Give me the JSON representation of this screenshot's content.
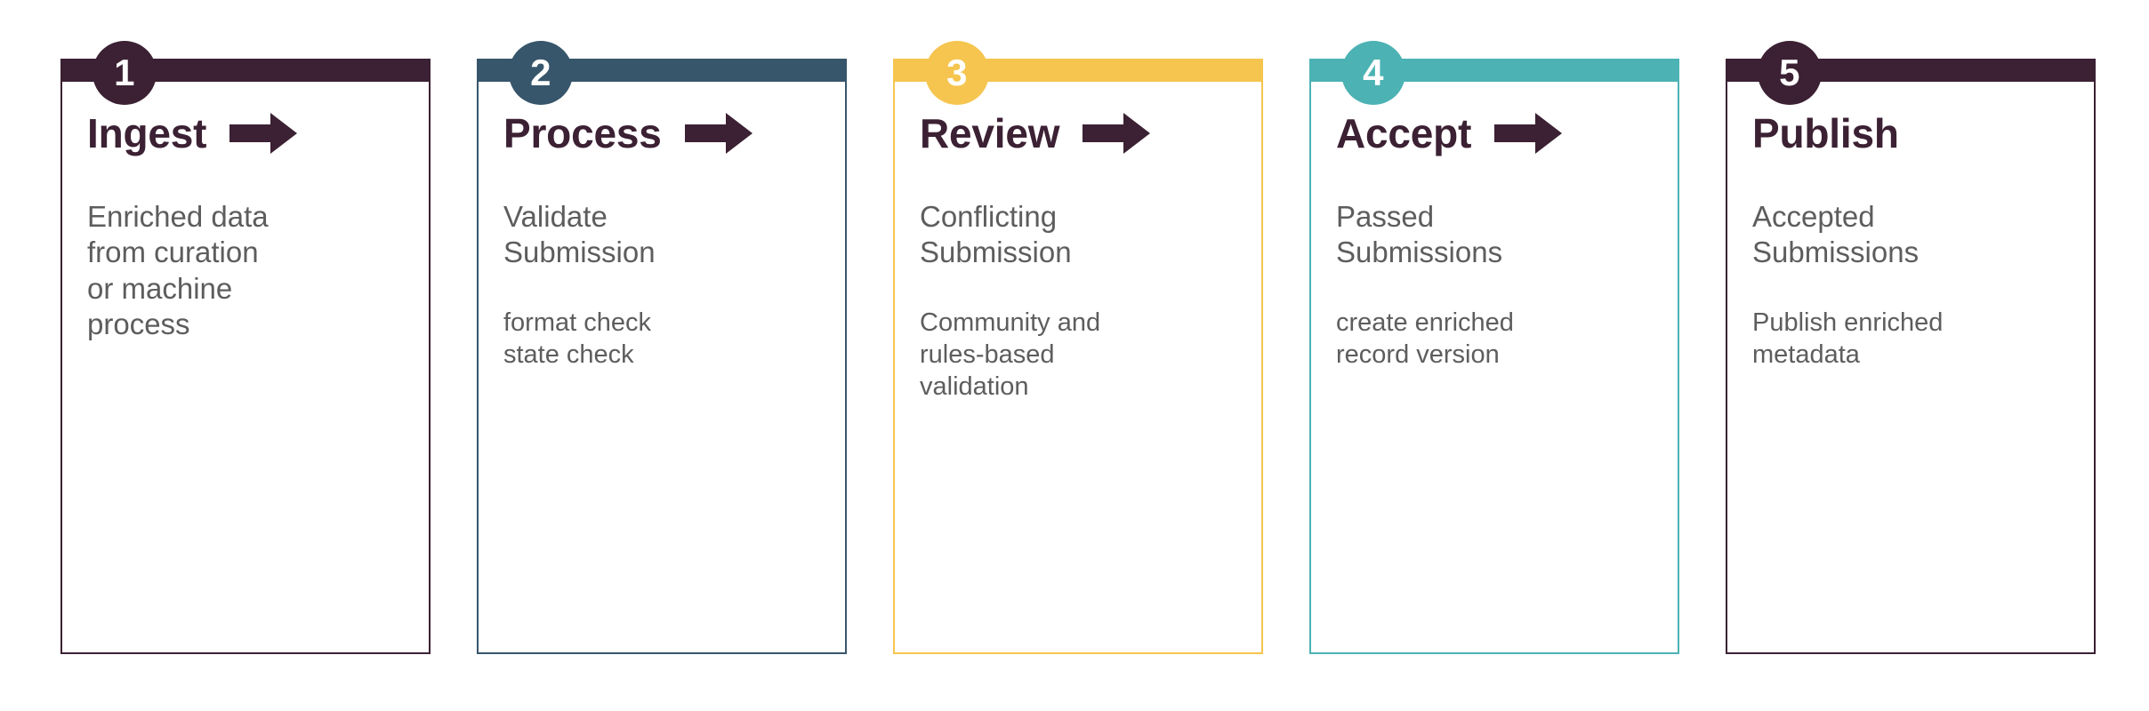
{
  "diagram": {
    "type": "process-flow",
    "orientation": "horizontal",
    "background_color": "#ffffff",
    "body_text_color": "#5d5d5d",
    "title_text_color": "#3b2133",
    "arrow_icon": "right-arrow-icon",
    "steps": [
      {
        "number": "1",
        "title": "Ingest",
        "primary": "Enriched data\nfrom curation\nor machine\nprocess",
        "secondary": "",
        "accent": "#3b2133",
        "has_arrow": true
      },
      {
        "number": "2",
        "title": "Process",
        "primary": "Validate\nSubmission",
        "secondary": "format check\nstate check",
        "accent": "#37566b",
        "has_arrow": true
      },
      {
        "number": "3",
        "title": "Review",
        "primary": "Conflicting\nSubmission",
        "secondary": "Community and\nrules-based\nvalidation",
        "accent": "#f5c54f",
        "has_arrow": true
      },
      {
        "number": "4",
        "title": "Accept",
        "primary": "Passed\nSubmissions",
        "secondary": "create enriched\nrecord version",
        "accent": "#4cb2b4",
        "has_arrow": true
      },
      {
        "number": "5",
        "title": "Publish",
        "primary": "Accepted\nSubmissions",
        "secondary": "Publish enriched\nmetadata",
        "accent": "#3b2133",
        "has_arrow": false
      }
    ]
  }
}
